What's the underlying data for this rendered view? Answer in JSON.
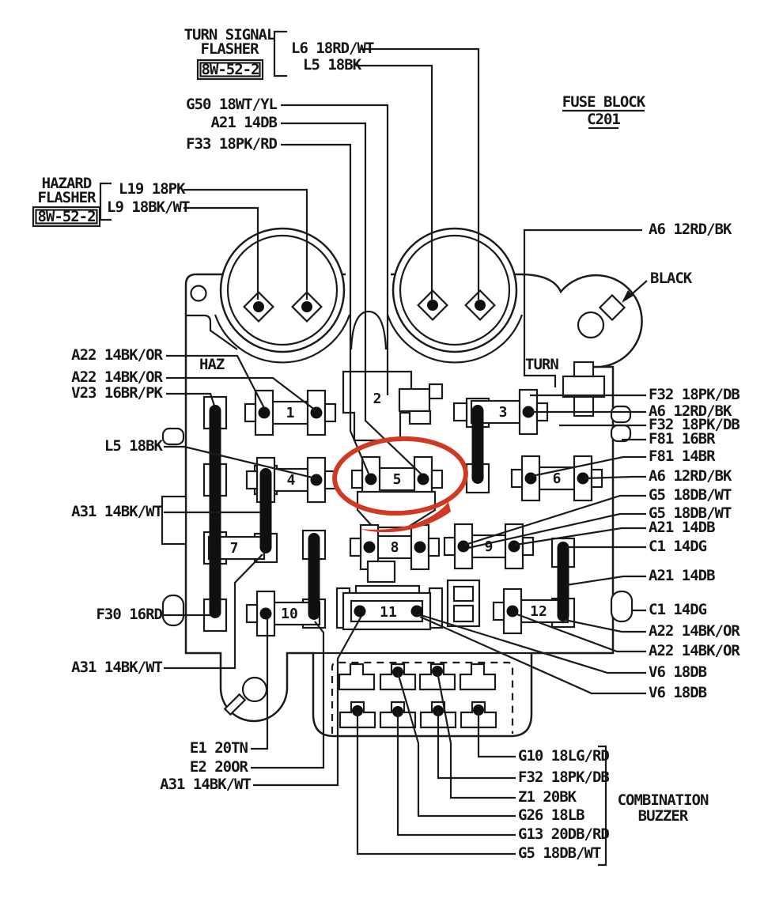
{
  "header": {
    "title": "FUSE BLOCK",
    "subtitle": "C201"
  },
  "flashers": {
    "turn_signal": {
      "line1": "TURN SIGNAL",
      "line2": "FLASHER",
      "ref": "8W-52-2"
    },
    "hazard": {
      "line1": "HAZARD",
      "line2": "FLASHER",
      "ref": "8W-52-2"
    }
  },
  "block_labels": {
    "haz": "HAZ",
    "turn": "TURN"
  },
  "buzzer": {
    "line1": "COMBINATION",
    "line2": "BUZZER"
  },
  "wire_labels": {
    "l6": "L6 18RD/WT",
    "l5_top": "L5 18BK",
    "g50": "G50 18WT/YL",
    "a21_top": "A21 14DB",
    "f33": "F33 18PK/RD",
    "l19": "L19 18PK",
    "l9": "L9 18BK/WT",
    "a6_top": "A6 12RD/BK",
    "black": "BLACK",
    "a22_l1": "A22 14BK/OR",
    "a22_l2": "A22 14BK/OR",
    "v23": "V23 16BR/PK",
    "l5_left": "L5 18BK",
    "a31_l1": "A31 14BK/WT",
    "f30": "F30 16RD",
    "a31_l2": "A31 14BK/WT",
    "f32_r1": "F32 18PK/DB",
    "a6_r1": "A6 12RD/BK",
    "f32_r2": "F32 18PK/DB",
    "f81_r1": "F81 16BR",
    "f81_r2": "F81 14BR",
    "a6_r2": "A6 12RD/BK",
    "g5_r1": "G5 18DB/WT",
    "g5_r2": "G5 18DB/WT",
    "a21_r1": "A21 14DB",
    "c1_r1": "C1 14DG",
    "a21_r2": "A21 14DB",
    "c1_r2": "C1 14DG",
    "a22_r1": "A22 14BK/OR",
    "a22_r2": "A22 14BK/OR",
    "v6_r1": "V6 18DB",
    "v6_r2": "V6 18DB",
    "e1": "E1 20TN",
    "e2": "E2 20OR",
    "a31_b": "A31 14BK/WT",
    "g10": "G10 18LG/RD",
    "f32_b": "F32 18PK/DB",
    "z1": "Z1 20BK",
    "g26": "G26 18LB",
    "g13": "G13 20DB/RD",
    "g5_b": "G5 18DB/WT"
  },
  "fuses": {
    "f1": "1",
    "f2": "2",
    "f3": "3",
    "f4": "4",
    "f5": "5",
    "f6": "6",
    "f7": "7",
    "f8": "8",
    "f9": "9",
    "f10": "10",
    "f11": "11",
    "f12": "12"
  },
  "annotation": {
    "color": "#cf3a22",
    "circled_fuse": "5"
  }
}
